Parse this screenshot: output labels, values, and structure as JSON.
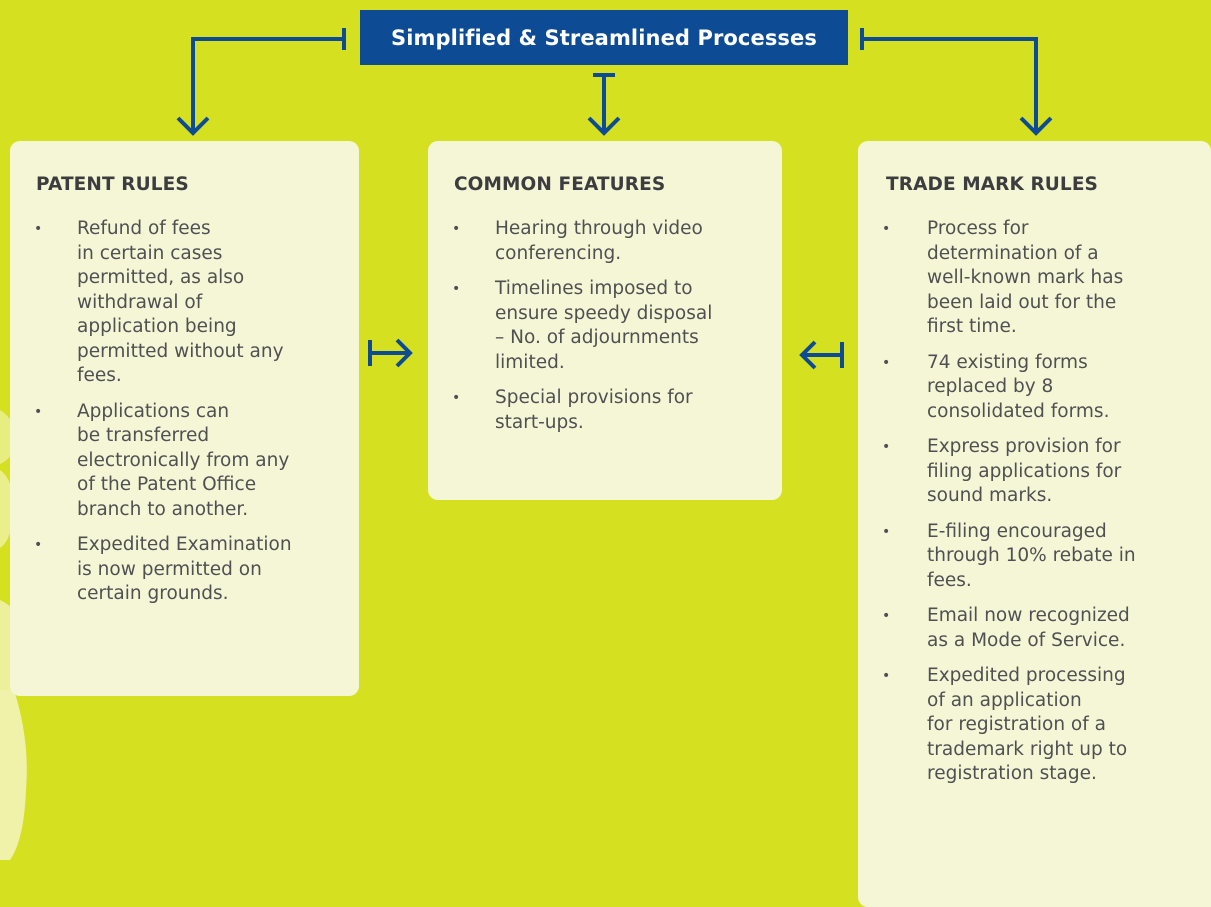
{
  "colors": {
    "background": "#d5e021",
    "accent_blue": "#0d4c95",
    "panel": "#f5f6d6",
    "text": "#505052",
    "decor": "#eff2a8"
  },
  "title": "Simplified & Streamlined Processes",
  "panels": [
    {
      "heading": "PATENT RULES",
      "items": [
        "Refund of fees\nin certain cases\npermitted, as also\nwithdrawal of\napplication being\npermitted without any\nfees.",
        "Applications can\nbe transferred\nelectronically from any\nof the Patent Office\nbranch to another.",
        "Expedited Examination\nis now permitted on\ncertain grounds."
      ]
    },
    {
      "heading": "COMMON FEATURES",
      "items": [
        "Hearing through video\nconferencing.",
        "Timelines imposed to\nensure speedy disposal\n– No. of adjournments\nlimited.",
        "Special provisions for\nstart-ups."
      ]
    },
    {
      "heading": "TRADE MARK RULES",
      "items": [
        "Process for\ndetermination of a\nwell-known mark has\nbeen laid out for the\nfirst time.",
        "74 existing forms\nreplaced by 8\nconsolidated forms.",
        "Express provision for\nfiling applications for\nsound marks.",
        "E-filing encouraged\nthrough 10% rebate in\nfees.",
        "Email now recognized\nas a Mode of Service.",
        "Expedited processing\nof an application\nfor registration of a\ntrademark right up to\nregistration stage."
      ]
    }
  ]
}
